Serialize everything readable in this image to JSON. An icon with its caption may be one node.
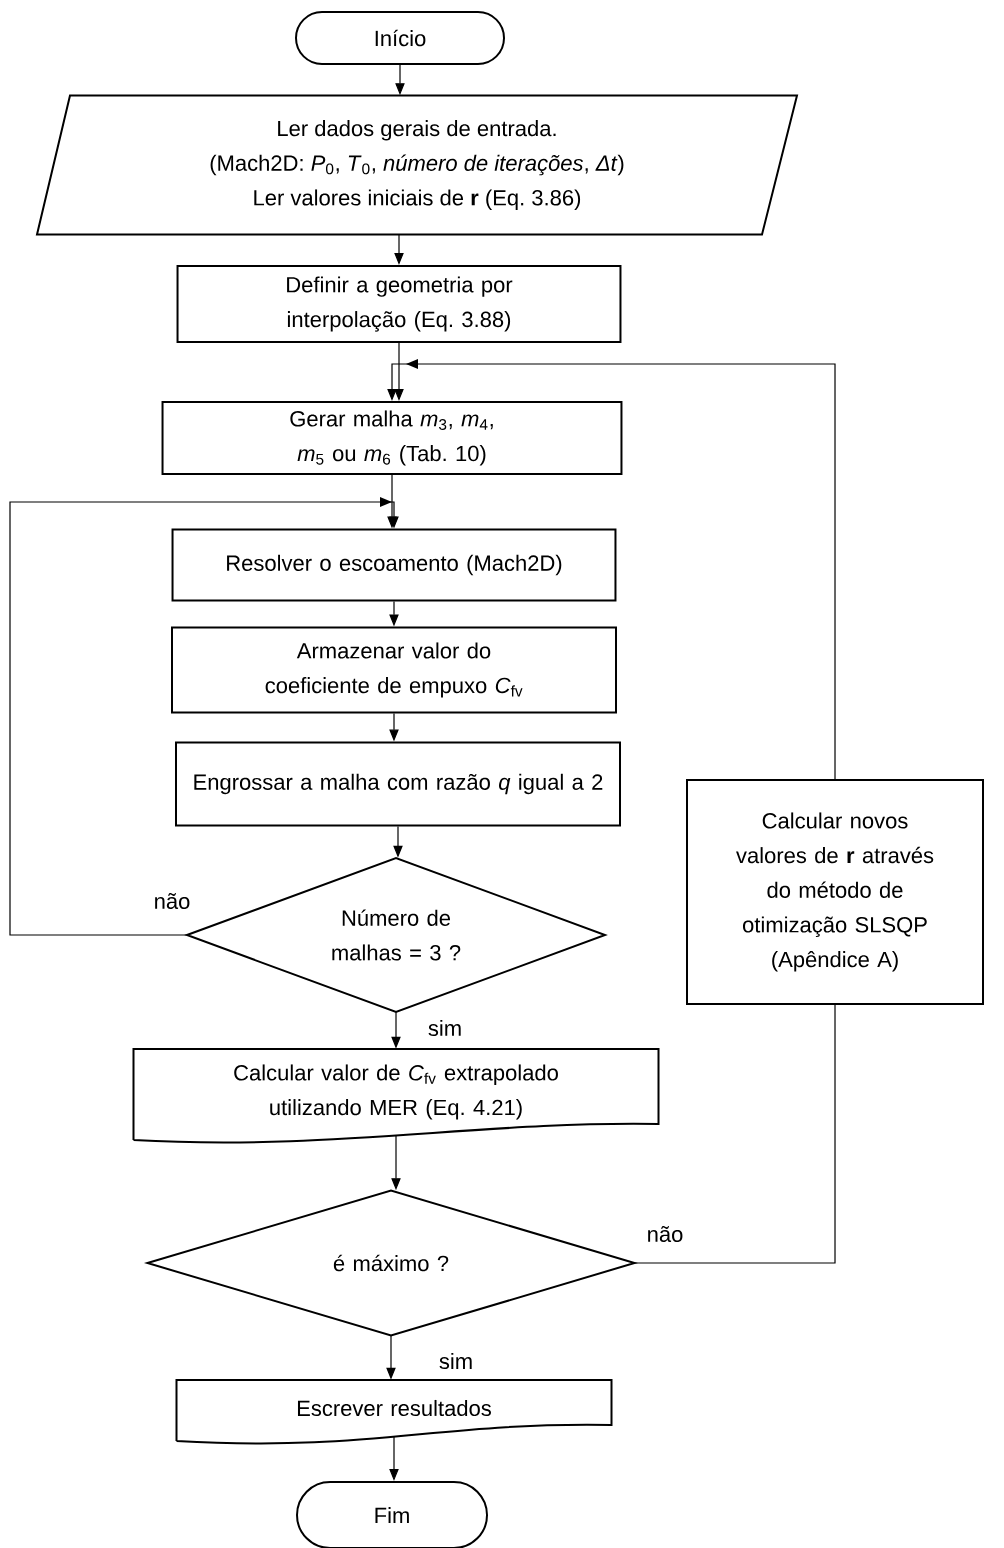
{
  "diagram": {
    "nodes": [
      {
        "text": [
          "Início"
        ]
      },
      {
        "text": [
          "Ler dados gerais de entrada.",
          "(Mach2D: *P*$_{0}$, *T*$_{0}$, *número de iterações*, *Δt*)",
          "Ler valores iniciais de **r**  (Eq. 3.86)"
        ]
      },
      {
        "text": [
          "Definir a geometria por interpolação (Eq. 3.88)"
        ]
      },
      {
        "text": [
          "Gerar malha *m*$_{3}$, *m*$_{4}$, *m*$_{5}$ ou *m*$_{6}$ (Tab. 10)"
        ]
      },
      {
        "text": [
          "Resolver o escoamento (Mach2D)"
        ]
      },
      {
        "text": [
          "Armazenar valor do coeficiente de empuxo *C*$_{fv}$"
        ]
      },
      {
        "text": [
          "Engrossar a malha com razão *q* igual a 2"
        ]
      },
      {
        "text": [
          "Número de malhas = 3 ?"
        ]
      },
      {
        "text": [
          "Calcular valor de *C*$_{fv}$ extrapolado utilizando MER (Eq. 4.21)"
        ]
      },
      {
        "text": [
          "é máximo ?"
        ]
      },
      {
        "text": [
          "Escrever resultados"
        ]
      },
      {
        "text": [
          "Fim"
        ]
      },
      {
        "text": [
          "Calcular novos valores de **r**  através do método de otimização SLSQP (Apêndice A)"
        ]
      }
    ],
    "edges": [
      {
        "from": 0,
        "to": 1,
        "arrow": "to"
      },
      {
        "from": 1,
        "to": 2,
        "arrow": "to"
      },
      {
        "from": 2,
        "to": 3,
        "arrow": "to"
      },
      {
        "from": 3,
        "to": 4,
        "arrow": "to"
      },
      {
        "from": 4,
        "to": 5,
        "arrow": "to"
      },
      {
        "from": 5,
        "to": 6,
        "arrow": "to"
      },
      {
        "from": 6,
        "to": 7,
        "arrow": "to"
      },
      {
        "from": 7,
        "to": 4,
        "arrow": "to",
        "label": "não"
      },
      {
        "from": 7,
        "to": 8,
        "arrow": "to",
        "label": "sim"
      },
      {
        "from": 8,
        "to": 9,
        "arrow": "to"
      },
      {
        "from": 9,
        "to": 12,
        "arrow": "none",
        "label": "não"
      },
      {
        "from": 9,
        "to": 10,
        "arrow": "to",
        "label": "sim"
      },
      {
        "from": 10,
        "to": 11,
        "arrow": "to"
      },
      {
        "from": 12,
        "to": 3,
        "arrow": "to"
      }
    ]
  }
}
